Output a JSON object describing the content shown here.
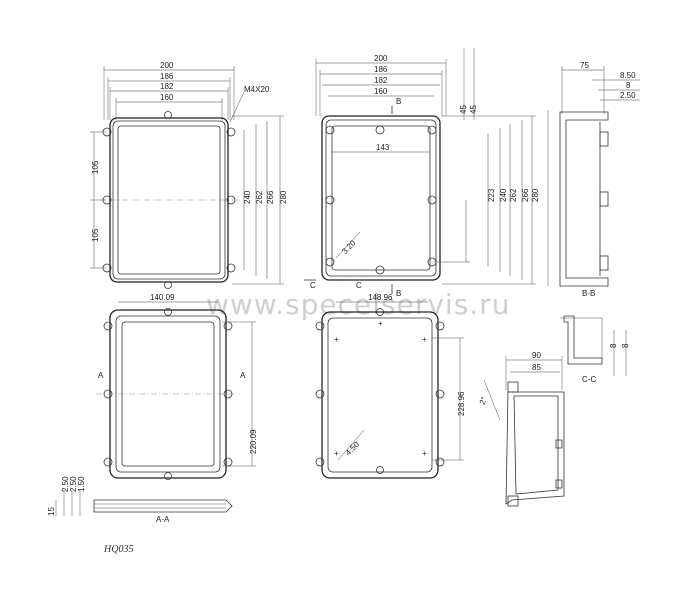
{
  "model": "HQ035",
  "watermark": "www.specelservis.ru",
  "view1": {
    "top_dims": [
      "200",
      "186",
      "182",
      "160"
    ],
    "screw": "M4X20",
    "left_dims": [
      "105",
      "105"
    ],
    "right_dims": [
      "240",
      "262",
      "266",
      "280"
    ]
  },
  "view2": {
    "top_dims": [
      "200",
      "186",
      "182",
      "160"
    ],
    "inner_width": "143",
    "right_dims": [
      "223",
      "240",
      "262",
      "266",
      "280"
    ],
    "small_top": [
      "45",
      "45"
    ],
    "hole": "3.20",
    "section_b": "B",
    "section_c": "C"
  },
  "view3": {
    "top_dim": "140.09",
    "right_dim": "220.09",
    "section_a": "A",
    "section_label": "A-A",
    "small_dims": [
      "15",
      "2.50",
      "2.50",
      "1.50"
    ]
  },
  "view4": {
    "top_dim": "148.96",
    "right_dim": "228.96",
    "hole": "4.50"
  },
  "view_bb": {
    "dims": [
      "75",
      "8.50",
      "8",
      "2.50"
    ],
    "label": "B-B"
  },
  "view_cc": {
    "dims": [
      "8",
      "8"
    ],
    "label": "C-C"
  },
  "view_side": {
    "dims": [
      "90",
      "85"
    ],
    "angle": "2°"
  }
}
